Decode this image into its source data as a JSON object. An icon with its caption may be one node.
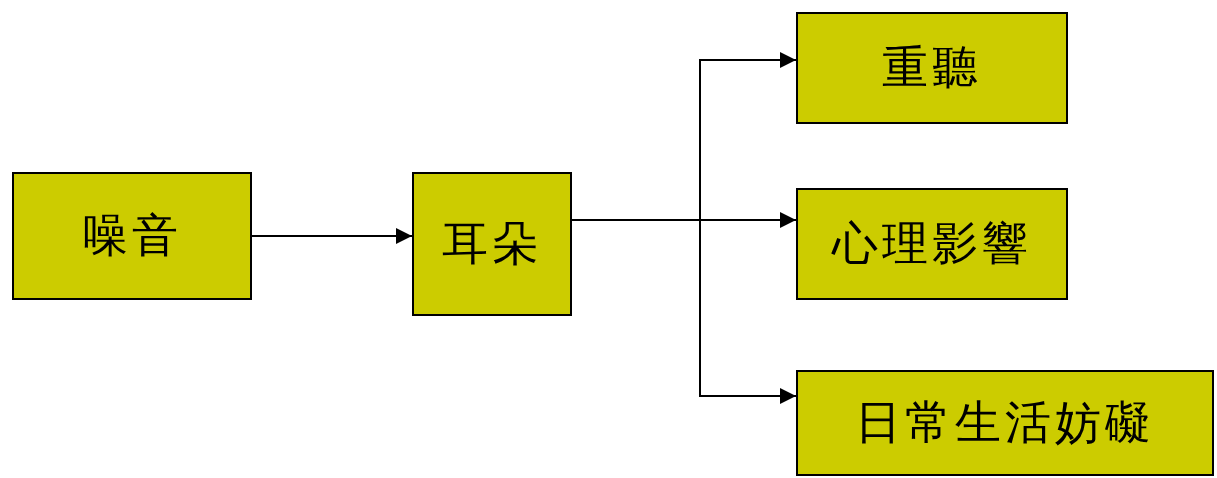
{
  "diagram": {
    "nodes": [
      {
        "text": [
          "噪音"
        ]
      },
      {
        "text": [
          "耳朵"
        ]
      },
      {
        "text": [
          "重聽"
        ]
      },
      {
        "text": [
          "心理影響"
        ]
      },
      {
        "text": [
          "日常生活妨礙"
        ]
      }
    ],
    "edges": [
      {
        "from": 0,
        "to": 1,
        "arrow": "to"
      },
      {
        "from": 1,
        "to": 2,
        "arrow": "to"
      },
      {
        "from": 1,
        "to": 3,
        "arrow": "to"
      },
      {
        "from": 1,
        "to": 4,
        "arrow": "to"
      }
    ]
  }
}
